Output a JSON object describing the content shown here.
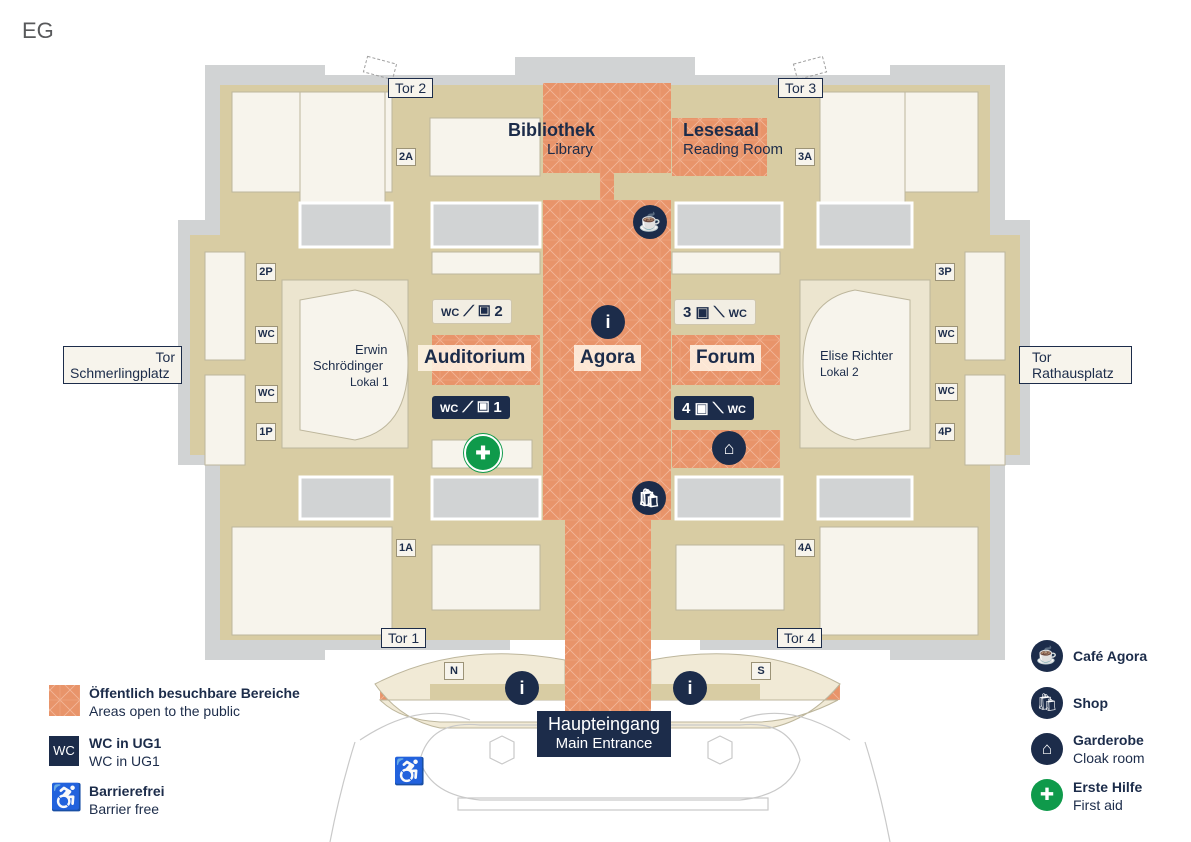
{
  "floor_label": "EG",
  "gates": {
    "tor1": "Tor 1",
    "tor2": "Tor 2",
    "tor3": "Tor 3",
    "tor4": "Tor 4",
    "schmerling_line1": "Tor",
    "schmerling_line2": "Schmerlingplatz",
    "rathaus_line1": "Tor",
    "rathaus_line2": "Rathausplatz"
  },
  "rooms": {
    "bibliothek": "Bibliothek",
    "library": "Library",
    "lesesaal": "Lesesaal",
    "reading_room": "Reading Room",
    "agora": "Agora",
    "auditorium": "Auditorium",
    "forum": "Forum",
    "erwin_line1": "Erwin",
    "erwin_line2": "Schrödinger",
    "lokal1": "Lokal 1",
    "elise": "Elise Richter",
    "lokal2": "Lokal 2",
    "haupteingang": "Haupteingang",
    "main_entrance": "Main Entrance"
  },
  "stair_tags": {
    "s2a": "2A",
    "s3a": "3A",
    "s2p": "2P",
    "s3p": "3P",
    "s1p": "1P",
    "s4p": "4P",
    "s1a": "1A",
    "s4a": "4A",
    "north": "N",
    "south": "S"
  },
  "wc_text": "WC",
  "stair_markers": {
    "m2": "2",
    "m3": "3",
    "m1": "1",
    "m4": "4"
  },
  "legend": {
    "public_de": "Öffentlich besuchbare Bereiche",
    "public_en": "Areas open to the public",
    "wc_de": "WC in UG1",
    "wc_en": "WC in UG1",
    "barrier_de": "Barrierefrei",
    "barrier_en": "Barrier free",
    "cafe": "Café Agora",
    "shop": "Shop",
    "garderobe_de": "Garderobe",
    "garderobe_en": "Cloak room",
    "firstaid_de": "Erste Hilfe",
    "firstaid_en": "First aid"
  },
  "icons": {
    "info": "info-icon",
    "cafe": "coffee-cup-icon",
    "shop": "shopping-bag-icon",
    "cloak": "hanger-icon",
    "firstaid": "first-aid-cross-icon",
    "barrier": "wheelchair-icon",
    "elevator": "elevator-icon",
    "stairs": "stairs-icon",
    "escalator": "escalator-icon"
  },
  "colors": {
    "public_area": "#e89469",
    "navy": "#1c2c4a",
    "wall": "#d1d3d4",
    "corridor": "#d8cca3",
    "room": "#f7f4ec",
    "green": "#0f9a4b"
  }
}
